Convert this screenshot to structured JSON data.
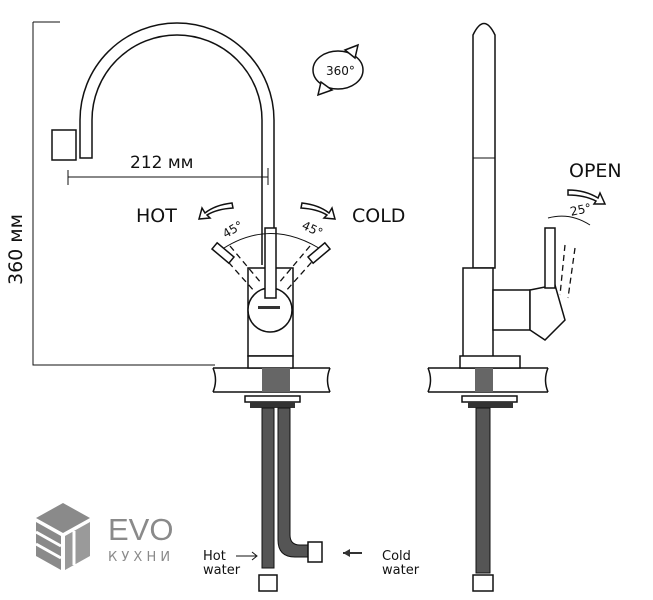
{
  "dimensions": {
    "spout_reach": "212 мм",
    "height": "360 мм"
  },
  "rotation": {
    "label": "360°"
  },
  "lever": {
    "hot_label": "HOT",
    "cold_label": "COLD",
    "hot_angle": "45°",
    "cold_angle": "45°"
  },
  "side_view": {
    "open_label": "OPEN",
    "open_angle": "25°"
  },
  "supply": {
    "hot_line1": "Hot",
    "hot_line2": "water",
    "cold_line1": "Cold",
    "cold_line2": "water"
  },
  "logo": {
    "brand": "EVO",
    "sub": "К У Х Н И"
  },
  "colors": {
    "line": "#111111",
    "logo": "#8a8a8a"
  }
}
